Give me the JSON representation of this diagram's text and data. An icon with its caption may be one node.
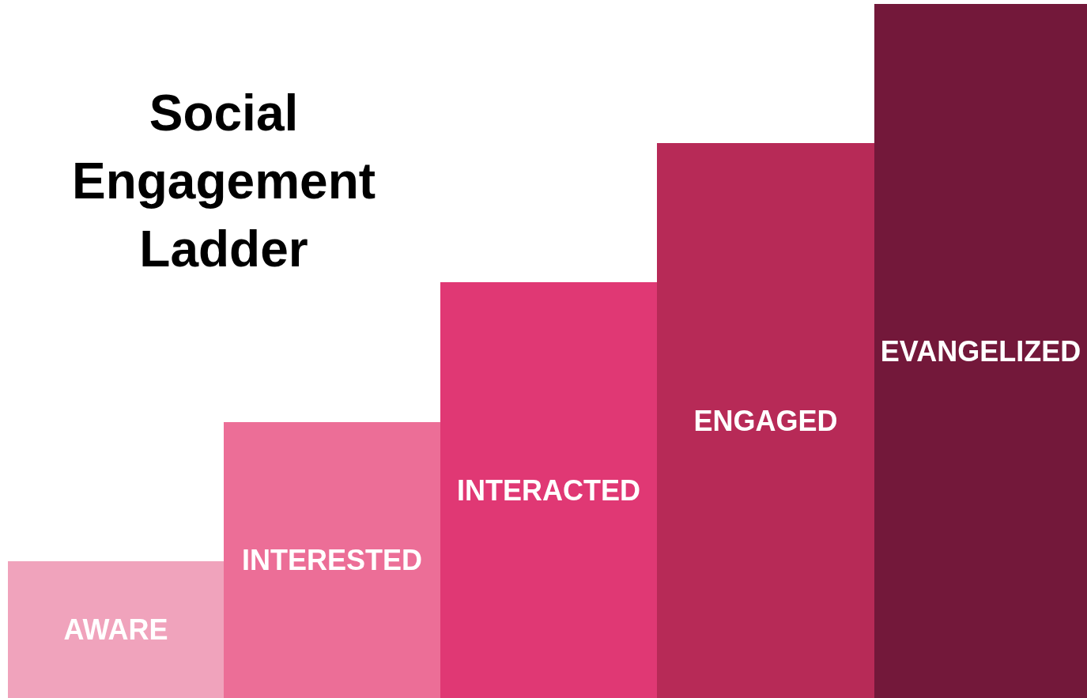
{
  "diagram": {
    "title": "Social Engagement Ladder",
    "nodes": [
      {
        "text": [
          "AWARE"
        ]
      },
      {
        "text": [
          "INTERESTED"
        ]
      },
      {
        "text": [
          "INTERACTED"
        ]
      },
      {
        "text": [
          "ENGAGED"
        ]
      },
      {
        "text": [
          "EVANGELIZED"
        ]
      }
    ]
  }
}
